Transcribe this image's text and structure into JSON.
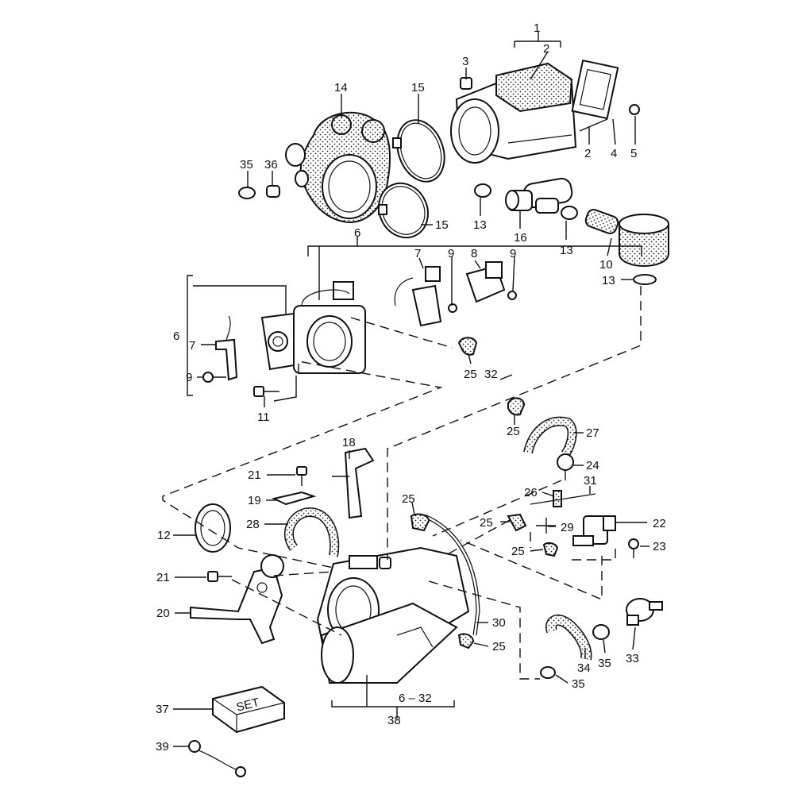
{
  "callouts": {
    "c1": "1",
    "c2a": "2",
    "c2b": "2",
    "c3": "3",
    "c4": "4",
    "c5": "5",
    "c6a": "6",
    "c6b": "6",
    "c7a": "7",
    "c7b": "7",
    "c8": "8",
    "c9a": "9",
    "c9b": "9",
    "c9c": "9",
    "c10": "10",
    "c11": "11",
    "c12": "12",
    "c13a": "13",
    "c13b": "13",
    "c13c": "13",
    "c14": "14",
    "c15a": "15",
    "c15b": "15",
    "c16": "16",
    "c18": "18",
    "c19": "19",
    "c20": "20",
    "c21a": "21",
    "c21b": "21",
    "c22": "22",
    "c23": "23",
    "c24": "24",
    "c25a": "25",
    "c25b": "25",
    "c25c": "25",
    "c25d": "25",
    "c25e": "25",
    "c25f": "25",
    "c26": "26",
    "c27": "27",
    "c28": "28",
    "c29": "29",
    "c30": "30",
    "c31": "31",
    "c32": "32",
    "c33": "33",
    "c34": "34",
    "c35a": "35",
    "c35b": "35",
    "c35c": "35",
    "c36": "36",
    "c37": "37",
    "c38": "38",
    "c39": "39",
    "c632": "6 – 32"
  },
  "set_box": {
    "label": "SET"
  }
}
